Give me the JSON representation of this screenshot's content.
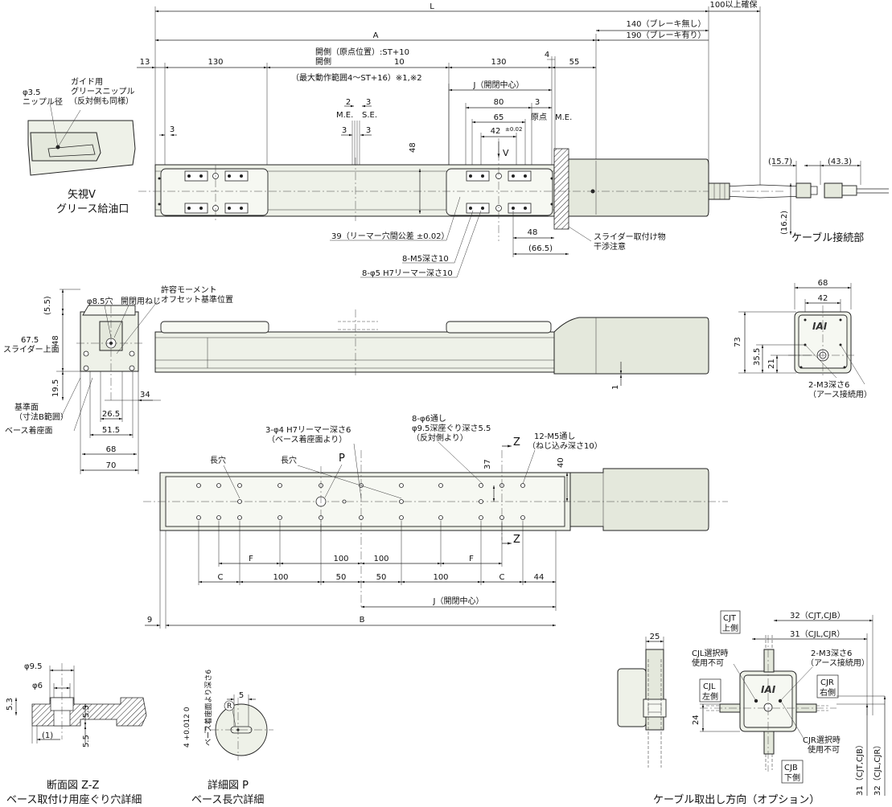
{
  "dims_top": {
    "L": "L",
    "clearance": "100以上確保",
    "brake_none": "140（ブレーキ無し）",
    "brake_with": "190（ブレーキ有り）",
    "A": "A",
    "d13": "13",
    "d130_left": "130",
    "d130_right": "130",
    "d4": "4",
    "d55": "55",
    "open_side_home": "開側（原点位置）:ST+10",
    "open_side": "開側",
    "open_side_val": "10",
    "max_range": "（最大動作範囲4～ST+16）※1,※2",
    "J_open_center": "J（開閉中心）",
    "d80": "80",
    "d3_right": "3",
    "d65": "65",
    "home": "原点",
    "me_right": "M.E.",
    "d42": "42",
    "d42_tol": "±0.02",
    "arrow_v": "V",
    "d2": "2",
    "d3_mid": "3",
    "me_mid": "M.E.",
    "se_mid": "S.E.",
    "d3_a": "3",
    "d3_b": "3",
    "d3_left": "3",
    "d48_v": "48",
    "d48_h": "48",
    "d66_5": "(66.5)"
  },
  "callouts_top": {
    "reamer_tol": "39（リーマー穴間公差 ±0.02）",
    "m5": "8-M5深さ10",
    "phi5": "8-φ5 H7リーマー深さ10",
    "slider_note_1": "スライダー取付け物",
    "slider_note_2": "干渉注意"
  },
  "view_v": {
    "phi35": "φ3.5",
    "nipple_dia": "ニップル径",
    "guide_1": "ガイド用",
    "guide_2": "グリースニップル",
    "guide_3": "（反対側も同様）",
    "caption_1": "矢視V",
    "caption_2": "グリース給油口"
  },
  "cable_conn": {
    "d15_7": "(15.7)",
    "d43_3": "(43.3)",
    "d16_2": "(16.2)",
    "caption": "ケーブル接続部"
  },
  "side_view": {
    "d5_5": "(5.5)",
    "phi85": "φ8.5穴",
    "open_screw": "開閉用ねじ",
    "moment_1": "許容モーメント",
    "moment_2": "オフセット基準位置",
    "d67_5": "67.5",
    "slider_top": "スライダー上面",
    "d48": "48",
    "d19_5": "19.5",
    "d34": "34",
    "ref_1": "基準面",
    "ref_2": "（寸法B範囲）",
    "base_seat": "ベース着座面",
    "d26_5": "26.5",
    "d51_5": "51.5",
    "d68": "68",
    "d70": "70",
    "d1": "1"
  },
  "end_view": {
    "d68": "68",
    "d42": "42",
    "d73": "73",
    "d35_5": "35.5",
    "d21": "21",
    "logo": "IAI",
    "m3": "2-M3深さ6",
    "ground": "（アース接続用）"
  },
  "bottom_view": {
    "phi4_1": "3-φ4 H7リーマー深さ6",
    "phi4_2": "（ベース着座面より）",
    "phi6_1": "8-φ6通し",
    "phi6_2": "φ9.5深座ぐり深さ5.5",
    "phi6_3": "（反対側より）",
    "m5_1": "12-M5通し",
    "m5_2": "（ねじ込み深さ10）",
    "slot1": "長穴",
    "slot2": "長穴",
    "p": "P",
    "z_top": "Z",
    "z_bot": "Z",
    "d37": "37",
    "d40": "40",
    "F1": "F",
    "F2": "F",
    "d100_a": "100",
    "d100_b": "100",
    "C1": "C",
    "C2": "C",
    "d100_c": "100",
    "d100_d": "100",
    "d50_a": "50",
    "d50_b": "50",
    "d44": "44",
    "J": "J（開閉中心）",
    "d9": "9",
    "B": "B"
  },
  "section_zz": {
    "phi95": "φ9.5",
    "phi6": "φ6",
    "d5_3": "5.3",
    "d5_5_a": "5.5",
    "d5_5_b": "5.5",
    "d1": "(1)",
    "caption_1": "断面図 Z-Z",
    "caption_2": "ベース取付け用座ぐり穴詳細"
  },
  "detail_p": {
    "d4_tol": "4 +0.012 0",
    "depth": "ベース着座面より深さ6",
    "d5": "5",
    "r": "R",
    "caption_1": "詳細図 P",
    "caption_2": "ベース長穴詳細"
  },
  "cable_opt": {
    "d25": "25",
    "cjt": "CJT",
    "cjt_side": "上側",
    "d32": "32（CJT,CJB）",
    "d31": "31（CJL,CJR）",
    "cjl_sel_1": "CJL選択時",
    "cjl_sel_2": "使用不可",
    "m3": "2-M3深さ6",
    "ground": "（アース接続用）",
    "cjl": "CJL",
    "cjl_side": "左側",
    "cjr": "CJR",
    "cjr_side": "右側",
    "d24": "24",
    "cjr_sel_1": "CJR選択時",
    "cjr_sel_2": "使用不可",
    "cjb": "CJB",
    "cjb_side": "下側",
    "d31v": "31（CJT,CJB）",
    "d32v": "32（CJL,CJR）",
    "logo": "IAI",
    "caption": "ケーブル取出し方向（オプション）"
  }
}
